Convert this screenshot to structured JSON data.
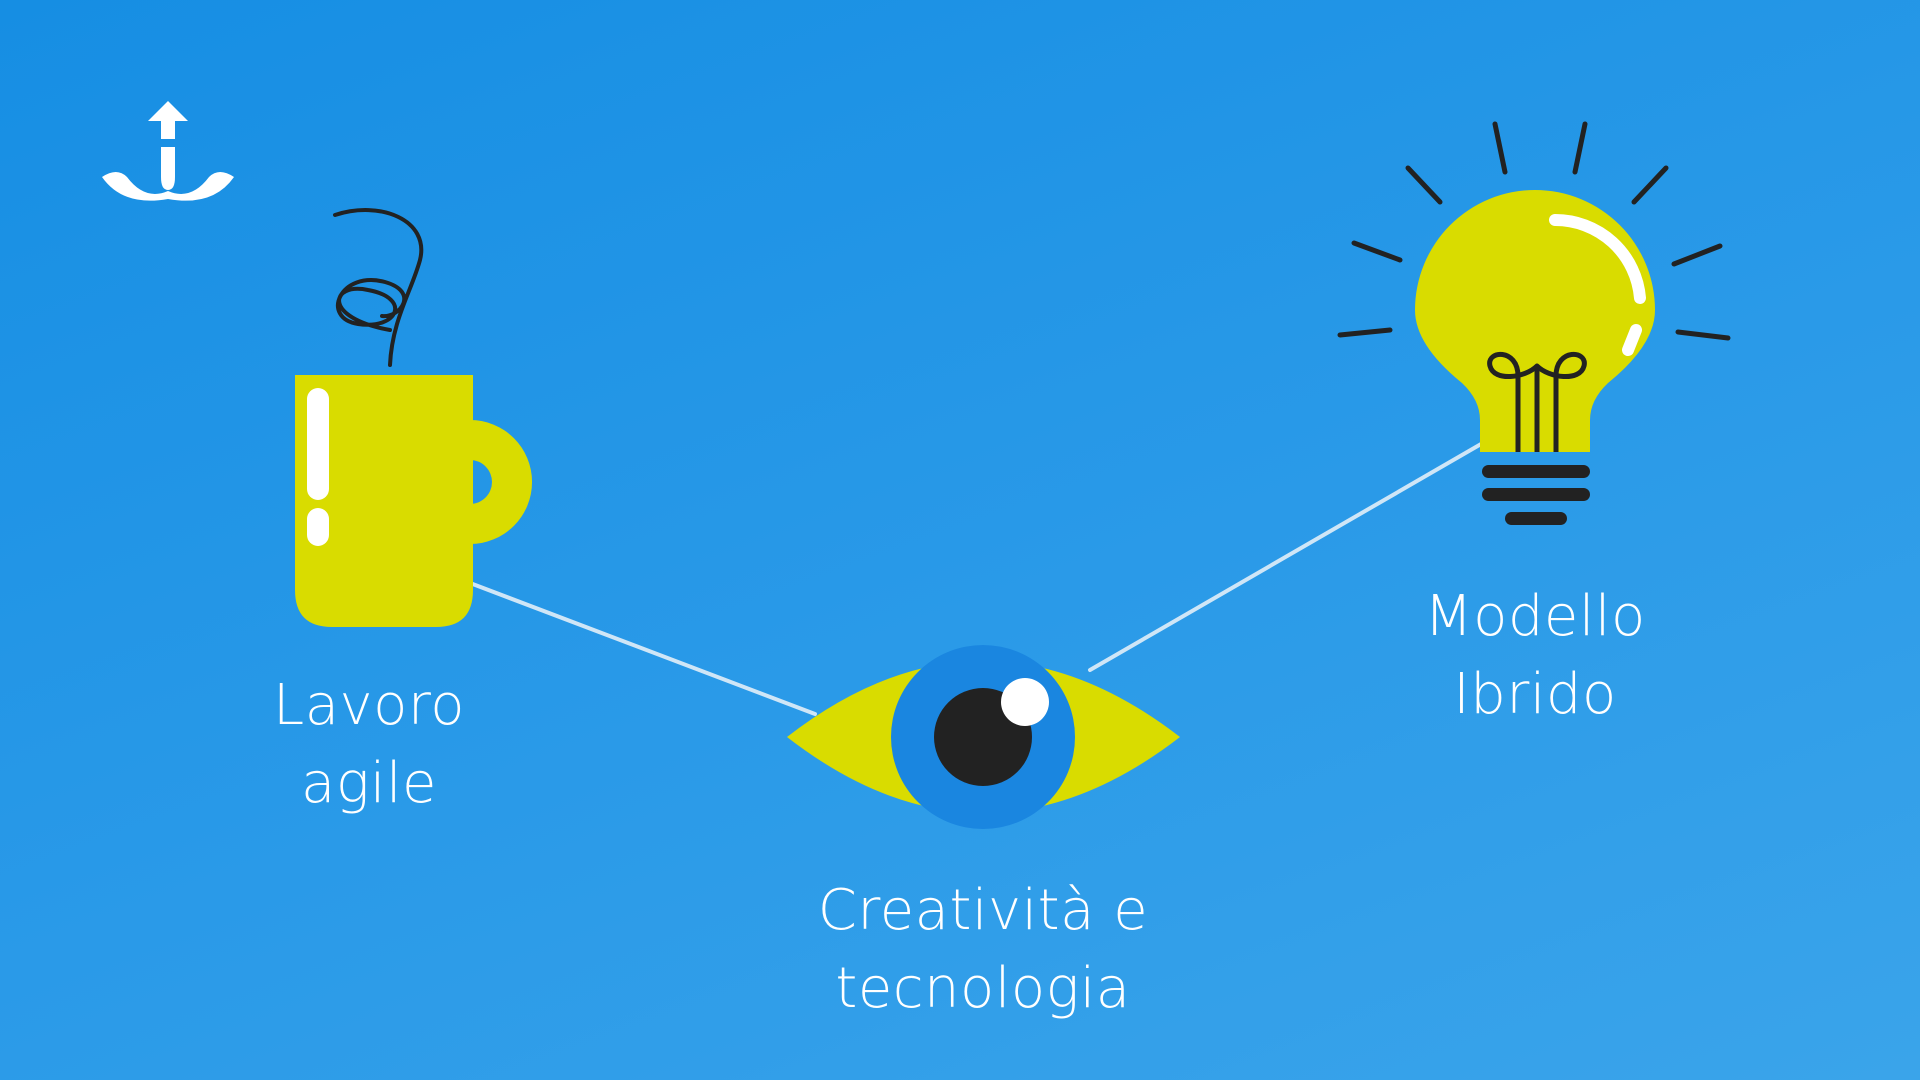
{
  "colors": {
    "background_start": "#168ee3",
    "background_end": "#3aa4ea",
    "accent_yellow": "#d9dc00",
    "iris_blue": "#1a86e0",
    "dark": "#222222",
    "connector_line": "#cfe6f7",
    "text": "#ffffff"
  },
  "icons": [
    "logo-icon",
    "coffee-mug-icon",
    "eye-icon",
    "light-bulb-icon"
  ],
  "nodes": [
    {
      "id": "lavoro",
      "line1": "Lavoro",
      "line2": "agile"
    },
    {
      "id": "creativita",
      "line1": "Creatività e",
      "line2": "tecnologia"
    },
    {
      "id": "modello",
      "line1": "Modello",
      "line2": "Ibrido"
    }
  ]
}
